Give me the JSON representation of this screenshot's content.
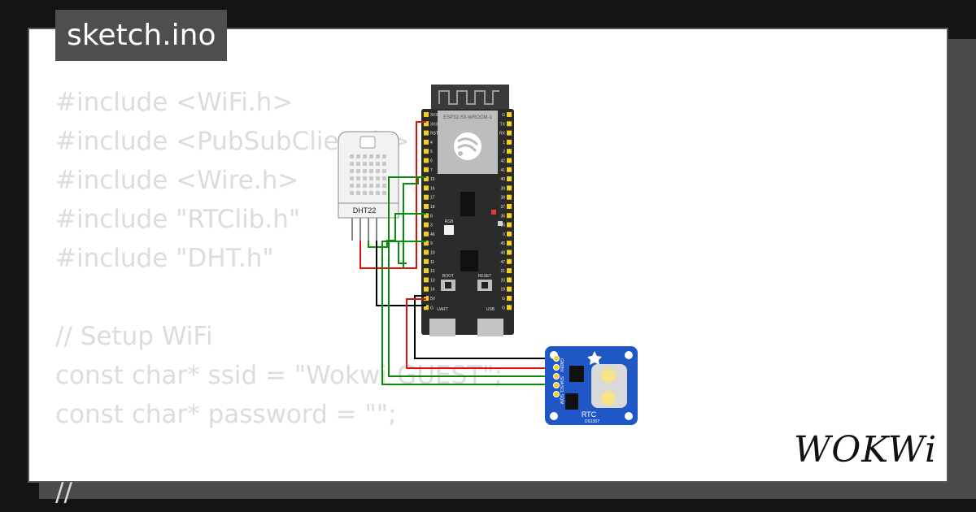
{
  "file_tab": {
    "label": "sketch.ino"
  },
  "code_lines": [
    "#include <WiFi.h>",
    "#include <PubSubClient.h>",
    "#include <Wire.h>",
    "#include \"RTClib.h\"",
    "#include \"DHT.h\"",
    "",
    "// Setup WiFi",
    "const char* ssid = \"Wokwi-GUEST\";",
    "const char* password = \"\";",
    "",
    "//"
  ],
  "board": {
    "module_label": "ESP32-S3-WROOM-1",
    "left_pins": [
      "3V3",
      "3V3",
      "RST",
      "4",
      "5",
      "6",
      "7",
      "15",
      "16",
      "17",
      "18",
      "8",
      "3",
      "46",
      "9",
      "10",
      "11",
      "12",
      "13",
      "14",
      "5V",
      "G"
    ],
    "right_pins": [
      "G",
      "TX",
      "RX",
      "1",
      "2",
      "42",
      "41",
      "40",
      "39",
      "38",
      "37",
      "36",
      "35",
      "0",
      "45",
      "48",
      "47",
      "21",
      "20",
      "19",
      "G",
      "G"
    ],
    "rgb_label": "RGB",
    "boot_label": "BOOT",
    "reset_label": "RESET",
    "uart_label": "UART",
    "usb_label": "USB"
  },
  "sensor": {
    "label": "DHT22"
  },
  "rtc": {
    "label": "RTC",
    "chip_label": "DS1307",
    "pins": [
      "GND",
      "5V",
      "SDA",
      "SCL",
      "SQW"
    ]
  },
  "brand": {
    "logo_text": "WOKWi"
  },
  "colors": {
    "background": "#141414",
    "card": "#ffffff",
    "tab": "#4e4e4e",
    "code_text": "#dcdcdc",
    "board": "#2b2b2b",
    "rtc_board": "#1f57c7",
    "wire_red": "#e01010",
    "wire_green": "#0a8a0a",
    "wire_black": "#000000"
  }
}
